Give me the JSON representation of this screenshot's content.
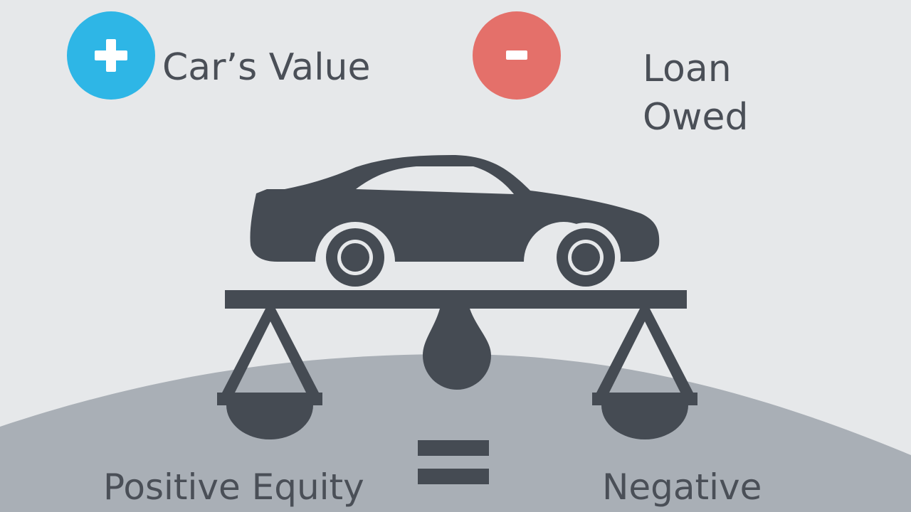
{
  "plus_label": "Car’s Value",
  "minus_label_lines": [
    "Loan",
    "Owed"
  ],
  "left_result": "Positive Equity",
  "right_result": "Negative",
  "plus_symbol": "+",
  "minus_symbol": "-",
  "equals_symbol": "=",
  "colors": {
    "background": "#e6e8ea",
    "hill": "#a9afb6",
    "plus_circle": "#2eb6e6",
    "minus_circle": "#e4706a",
    "dark": "#454b53",
    "text": "#4a4f57"
  }
}
